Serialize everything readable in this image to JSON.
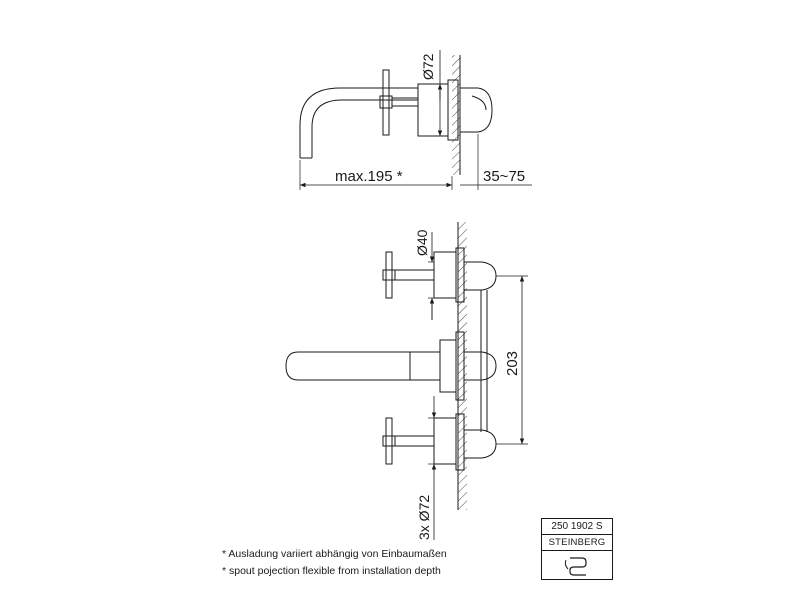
{
  "dimensions": {
    "top_view": {
      "diameter_72": "Ø72",
      "projection": "max.195 *",
      "depth_range": "35~75"
    },
    "front_view": {
      "diameter_40": "Ø40",
      "spacing": "203",
      "diameter_3x72": "3x Ø72"
    }
  },
  "notes": {
    "german": "* Ausladung variiert abhängig von Einbaumaßen",
    "english": "* spout pojection flexible from installation depth"
  },
  "title_block": {
    "product_code": "250 1902 S",
    "brand": "STEINBERG",
    "logo_icon": "steinberg-logo-icon"
  },
  "colors": {
    "line": "#1a1a1a",
    "background": "#ffffff"
  }
}
